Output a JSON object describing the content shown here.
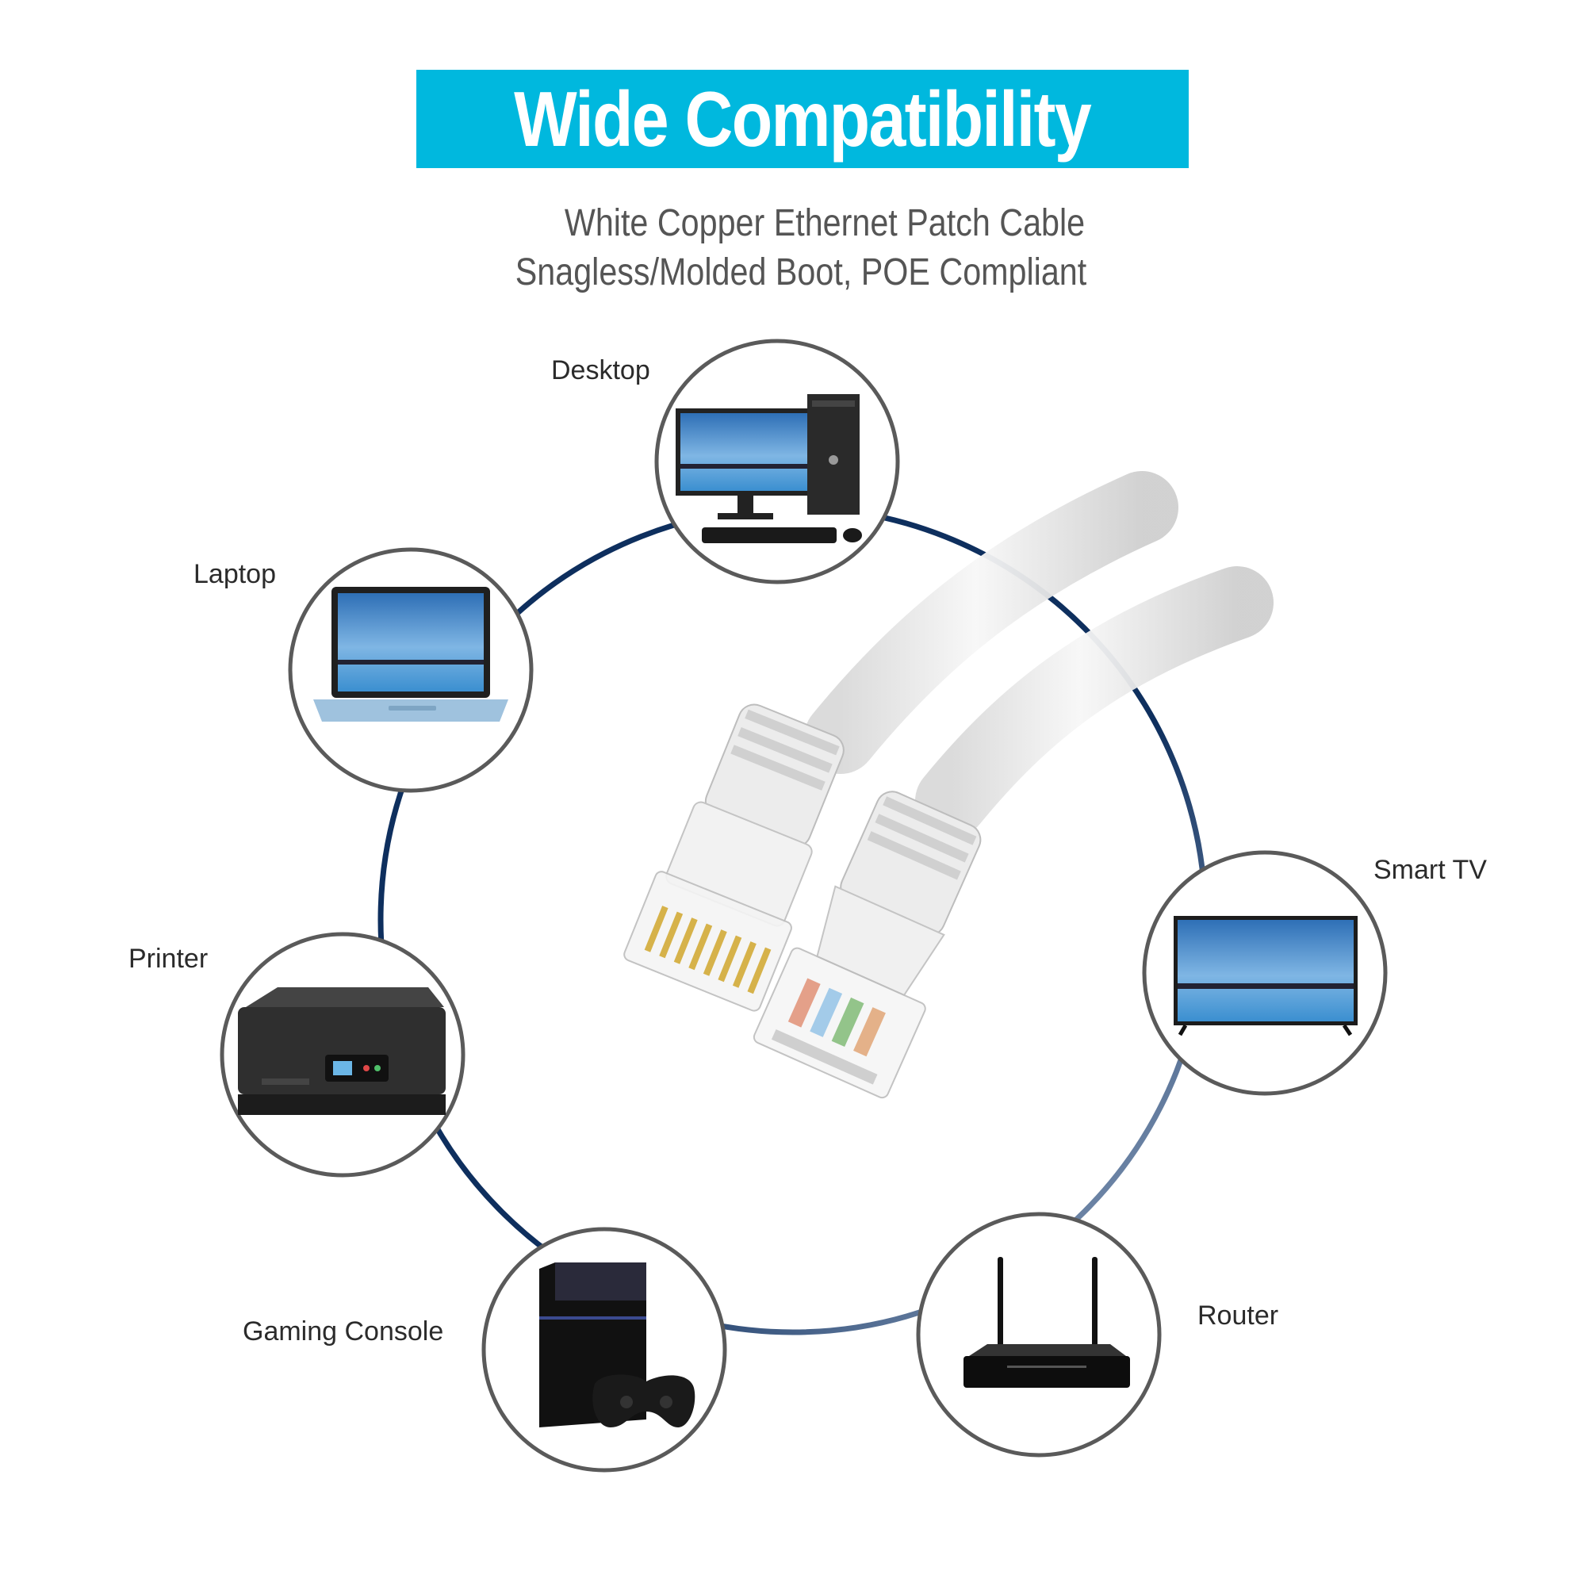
{
  "banner": {
    "title": "Wide Compatibility",
    "color": "#00B8DE"
  },
  "subtitle": {
    "line1": "White Copper Ethernet Patch Cable",
    "line2": "Snagless/Molded Boot, POE Compliant"
  },
  "devices": {
    "desktop": "Desktop",
    "laptop": "Laptop",
    "printer": "Printer",
    "gaming_console": "Gaming Console",
    "router": "Router",
    "smart_tv": "Smart TV"
  },
  "colors": {
    "ring": "#0E2F5E",
    "circle_border": "#5A5A5A",
    "cable": "#EDEDED"
  }
}
